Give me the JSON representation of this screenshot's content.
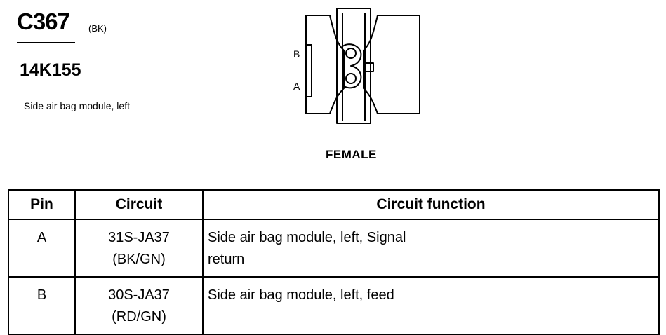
{
  "header": {
    "connector_id": "C367",
    "connector_color": "(BK)",
    "part_number": "14K155",
    "description": "Side air bag module, left"
  },
  "diagram": {
    "pin_labels": {
      "B": "B",
      "A": "A"
    },
    "view_label": "FEMALE"
  },
  "table": {
    "columns": [
      "Pin",
      "Circuit",
      "Circuit function"
    ],
    "rows": [
      {
        "pin": "A",
        "circuit": "31S-JA37",
        "wire_color": "(BK/GN)",
        "function_line1": "Side air bag module, left, Signal",
        "function_line2": "return"
      },
      {
        "pin": "B",
        "circuit": "30S-JA37",
        "wire_color": "(RD/GN)",
        "function_line1": "Side air bag module, left, feed",
        "function_line2": ""
      }
    ]
  }
}
